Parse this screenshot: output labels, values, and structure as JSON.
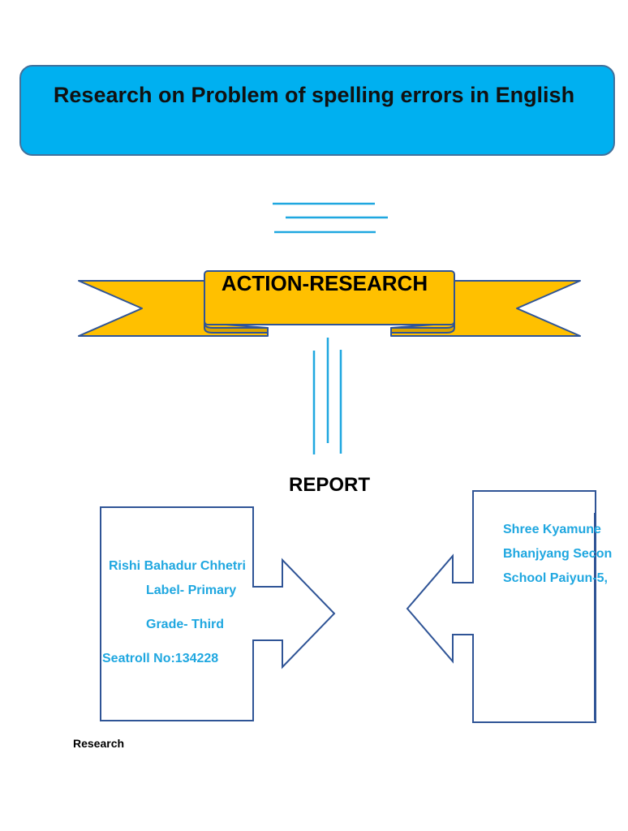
{
  "header": {
    "title": "Research on Problem of spelling errors in English"
  },
  "banner": {
    "label": "ACTION-RESEARCH"
  },
  "report": {
    "label": "REPORT"
  },
  "student": {
    "name": "Rishi Bahadur Chhetri",
    "label": "Label- Primary",
    "grade": "Grade- Third",
    "seatroll": "Seatroll No:134228"
  },
  "school": {
    "line1": "Shree Kyamune",
    "line2": "Bhanjyang Secon",
    "line3": "School Paiyun-5,"
  },
  "footer": {
    "text": "Research"
  },
  "colors": {
    "title_fill": "#00b0f0",
    "banner_fill": "#ffc000",
    "outline": "#2f5496",
    "info_text": "#1fa7e0",
    "line_accent": "#1fa7e0"
  }
}
